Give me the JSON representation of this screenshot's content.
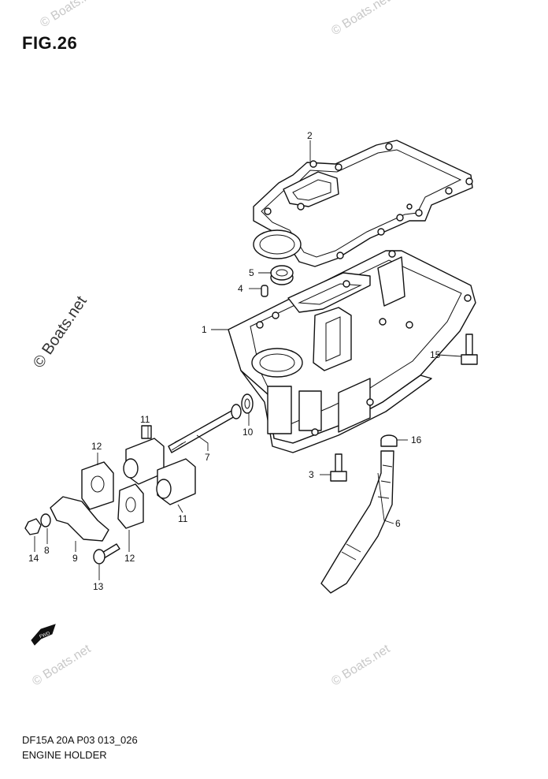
{
  "figure": {
    "title": "FIG.26"
  },
  "caption": {
    "code": "DF15A 20A P03 013_026",
    "name": "ENGINE HOLDER"
  },
  "watermark": {
    "text": "© Boats.net"
  },
  "fwd_badge": {
    "text": "FWD"
  },
  "callouts": [
    "1",
    "2",
    "3",
    "4",
    "5",
    "6",
    "7",
    "8",
    "9",
    "10",
    "11",
    "11",
    "12",
    "12",
    "13",
    "14",
    "15",
    "16"
  ]
}
